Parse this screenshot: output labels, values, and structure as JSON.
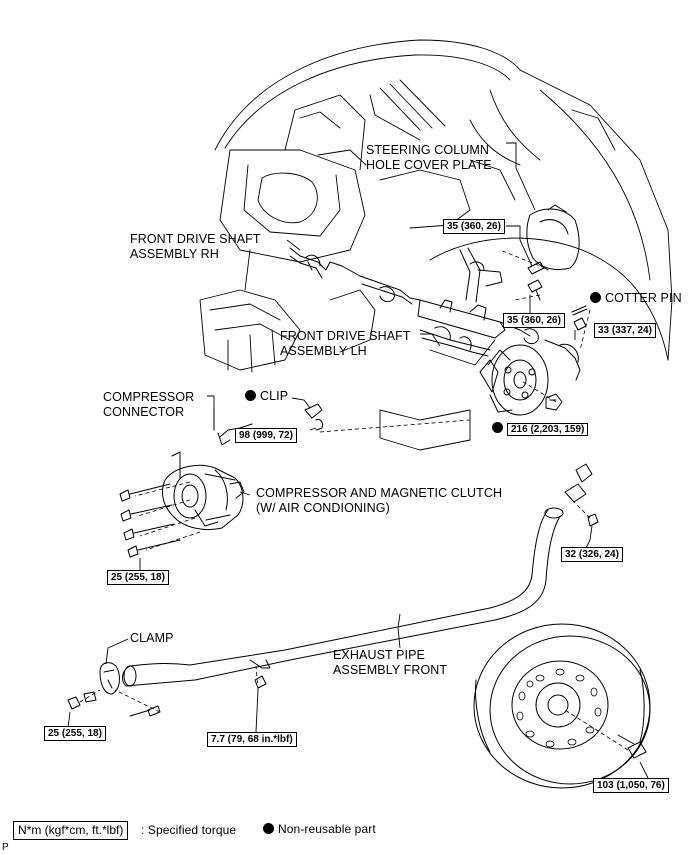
{
  "labels": {
    "steering_cover": [
      "STEERING COLUMN",
      "HOLE COVER PLATE"
    ],
    "drive_shaft_rh": [
      "FRONT DRIVE SHAFT",
      "ASSEMBLY RH"
    ],
    "drive_shaft_lh": [
      "FRONT DRIVE SHAFT",
      "ASSEMBLY LH"
    ],
    "cotter_pin": "COTTER PIN",
    "compressor_connector": [
      "COMPRESSOR",
      "CONNECTOR"
    ],
    "clip": "CLIP",
    "compressor_clutch": [
      "COMPRESSOR AND MAGNETIC CLUTCH",
      "(W/ AIR CONDIONING)"
    ],
    "clamp": "CLAMP",
    "exhaust_pipe": [
      "EXHAUST PIPE",
      "ASSEMBLY FRONT"
    ]
  },
  "torques": {
    "t35a": "35 (360, 26)",
    "t35b": "35 (360, 26)",
    "t33": "33 (337, 24)",
    "t98": "98 (999, 72)",
    "t216": "216 (2,203, 159)",
    "t25a": "25 (255, 18)",
    "t32": "32 (326, 24)",
    "t25b": "25 (255, 18)",
    "t77": "7.7 (79, 68 in.*lbf)",
    "t103": "103 (1,050, 76)"
  },
  "legend": {
    "torque_box": "N*m (kgf*cm, ft.*lbf)",
    "torque_text": ": Specified torque",
    "nonreusable": "Non-reusable part"
  },
  "corner_mark": "P"
}
